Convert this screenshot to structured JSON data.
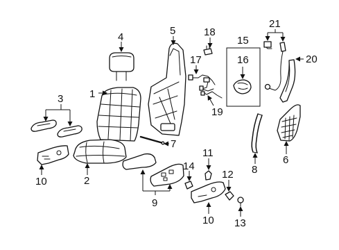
{
  "callouts": {
    "c1": "1",
    "c2": "2",
    "c3": "3",
    "c4": "4",
    "c5": "5",
    "c6": "6",
    "c7": "7",
    "c8": "8",
    "c9": "9",
    "c10a": "10",
    "c10b": "10",
    "c11": "11",
    "c12": "12",
    "c13": "13",
    "c14": "14",
    "c15": "15",
    "c16": "16",
    "c17": "17",
    "c18": "18",
    "c19": "19",
    "c20": "20",
    "c21": "21"
  }
}
